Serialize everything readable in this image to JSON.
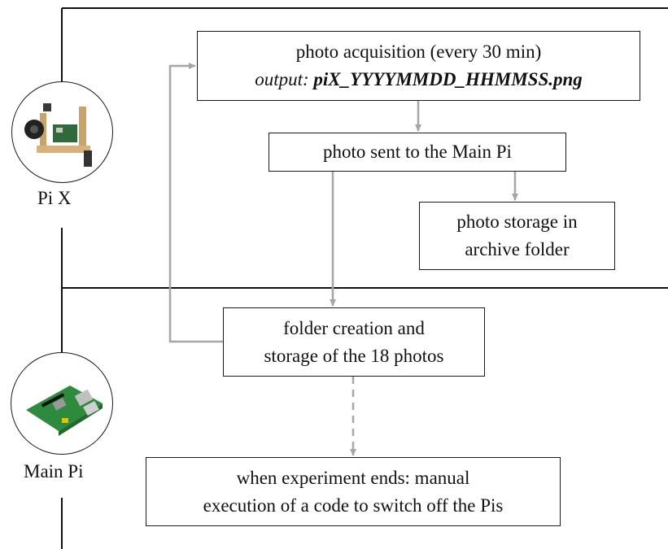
{
  "lanes": [
    {
      "label": "Pi X",
      "icon": "camera-rig-photo"
    },
    {
      "label": "Main Pi",
      "icon": "raspberry-pi-board-photo"
    }
  ],
  "steps": {
    "acquisition": {
      "line1": "photo acquisition (every 30 min)",
      "output_prefix": "output: ",
      "output_file": "piX_YYYYMMDD_HHMMSS.png"
    },
    "send": {
      "line1": "photo sent to the Main Pi"
    },
    "archive": {
      "line1": "photo storage in",
      "line2": "archive folder"
    },
    "folder": {
      "line1": "folder creation and",
      "line2": "storage of the 18 photos"
    },
    "shutdown": {
      "line1": "when experiment ends: manual",
      "line2": "execution of a code to switch off the Pis"
    }
  },
  "colors": {
    "lane_border": "#111111",
    "box_border": "#1a1a1a",
    "arrow": "#a6a6a6"
  }
}
